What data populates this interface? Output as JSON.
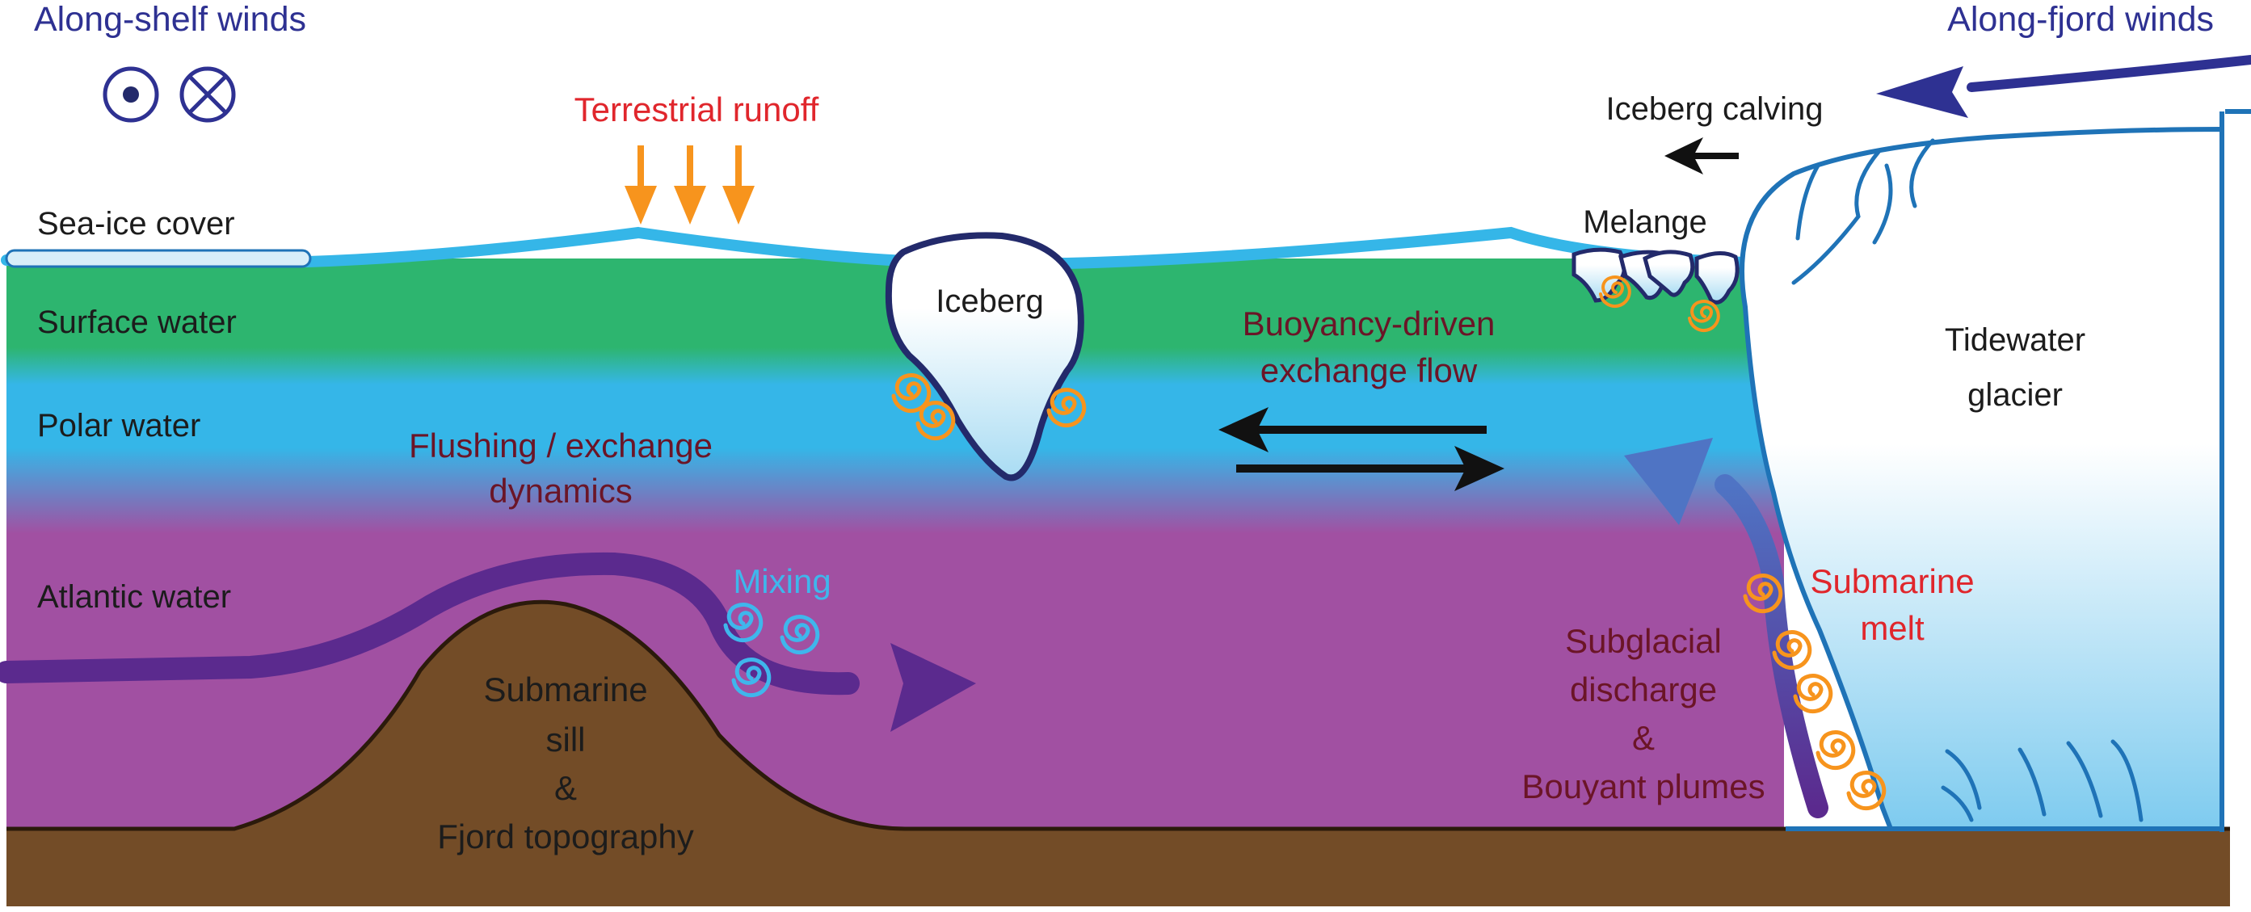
{
  "labels": {
    "along_shelf_winds": "Along-shelf winds",
    "along_fjord_winds": "Along-fjord winds",
    "terrestrial_runoff": "Terrestrial runoff",
    "iceberg_calving": "Iceberg calving",
    "sea_ice_cover": "Sea-ice cover",
    "melange": "Melange",
    "iceberg": "Iceberg",
    "surface_water": "Surface water",
    "polar_water": "Polar water",
    "atlantic_water": "Atlantic water",
    "buoyancy_line1": "Buoyancy-driven",
    "buoyancy_line2": "exchange flow",
    "flushing_line1": "Flushing / exchange",
    "flushing_line2": "dynamics",
    "tidewater_line1": "Tidewater",
    "tidewater_line2": "glacier",
    "mixing": "Mixing",
    "submarine_melt_line1": "Submarine",
    "submarine_melt_line2": "melt",
    "subglacial_line1": "Subglacial",
    "subglacial_line2": "discharge",
    "subglacial_line3": "&",
    "subglacial_line4": "Bouyant plumes",
    "sill_line1": "Submarine",
    "sill_line2": "sill",
    "sill_line3": "&",
    "sill_line4": "Fjord topography"
  },
  "colors": {
    "surface_water": "#2db56f",
    "polar_water": "#35b6e8",
    "atlantic_water": "#a150a2",
    "bedrock": "#734c27",
    "glacier_edge": "#1f73b7",
    "navy": "#2e3192",
    "runoff_arrow": "#f7941d",
    "current": "#5b2a8e"
  }
}
